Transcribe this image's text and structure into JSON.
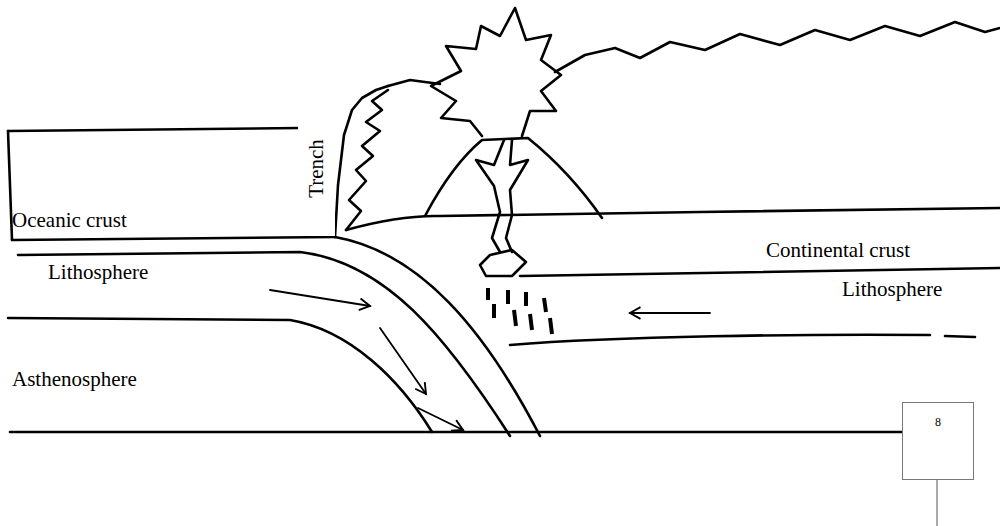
{
  "diagram": {
    "nodes": [
      {
        "text": [
          "8"
        ]
      }
    ],
    "labels": [
      "Trench",
      "Oceanic crust",
      "Lithosphere",
      "Asthenosphere",
      "Continental crust",
      "Lithosphere"
    ]
  }
}
